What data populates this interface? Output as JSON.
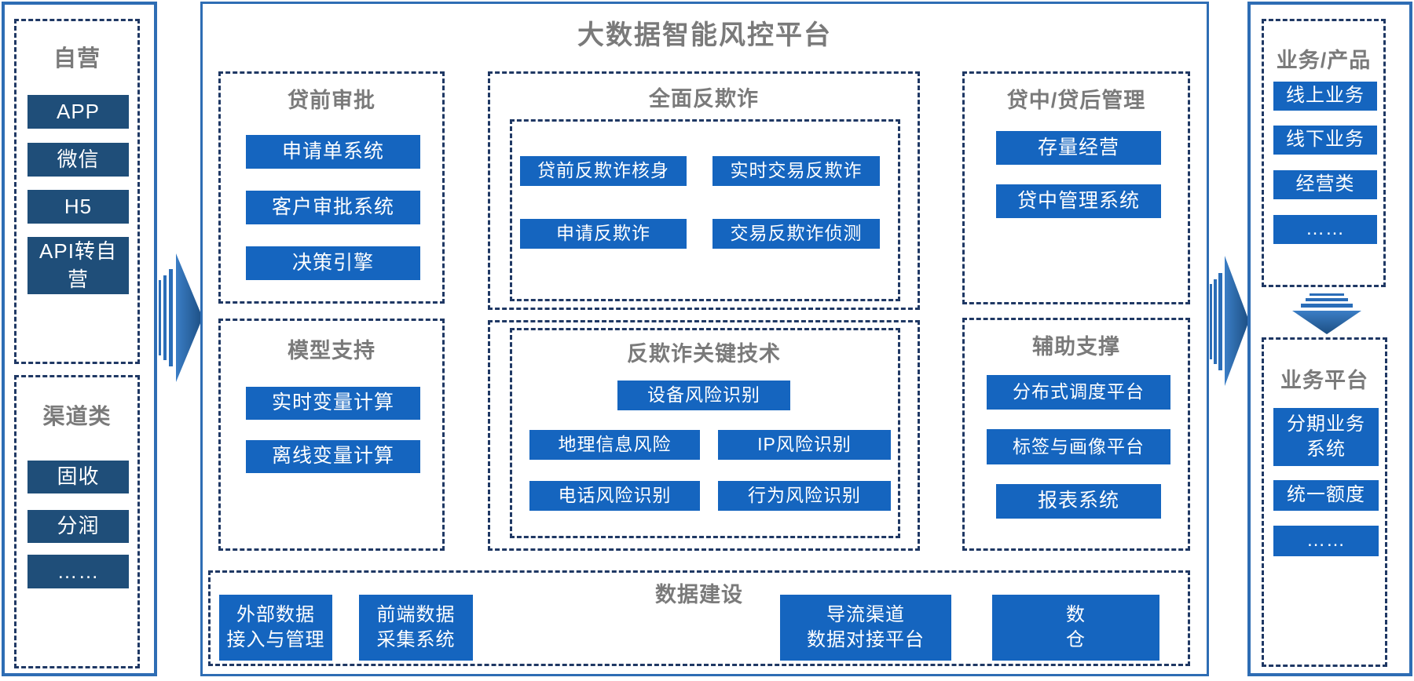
{
  "title": "大数据智能风控平台",
  "left_panel": {
    "self_operated": {
      "title": "自营",
      "items": [
        "APP",
        "微信",
        "H5",
        "API转自\n营"
      ]
    },
    "channel": {
      "title": "渠道类",
      "items": [
        "固收",
        "分润",
        "……"
      ]
    }
  },
  "platform": {
    "pre_loan": {
      "title": "贷前审批",
      "items": [
        "申请单系统",
        "客户审批系统",
        "决策引擎"
      ]
    },
    "model_support": {
      "title": "模型支持",
      "items": [
        "实时变量计算",
        "离线变量计算"
      ]
    },
    "anti_fraud": {
      "title": "全面反欺诈",
      "items": [
        "贷前反欺诈核身",
        "实时交易反欺诈",
        "申请反欺诈",
        "交易反欺诈侦测"
      ]
    },
    "anti_fraud_tech": {
      "title": "反欺诈关键技术",
      "items": [
        "设备风险识别",
        "地理信息风险",
        "IP风险识别",
        "电话风险识别",
        "行为风险识别"
      ]
    },
    "mid_post_loan": {
      "title": "贷中/贷后管理",
      "items": [
        "存量经营",
        "贷中管理系统"
      ]
    },
    "aux_support": {
      "title": "辅助支撑",
      "items": [
        "分布式调度平台",
        "标签与画像平台",
        "报表系统"
      ]
    },
    "data_construction": {
      "title": "数据建设",
      "items": [
        "外部数据\n接入与管理",
        "前端数据\n采集系统",
        "导流渠道\n数据对接平台",
        "数\n仓"
      ]
    }
  },
  "right_panel": {
    "business_products": {
      "title": "业务/产品",
      "items": [
        "线上业务",
        "线下业务",
        "经营类",
        "……"
      ]
    },
    "business_platform": {
      "title": "业务平台",
      "items": [
        "分期业务\n系统",
        "统一额度",
        "……"
      ]
    }
  },
  "colors": {
    "item_blue": "#1565bf",
    "item_navy": "#1f4e79",
    "solid_border_blue": "#2e6db4",
    "dashed_border_navy": "#1f3864",
    "heading_gray": "#7a7a7a",
    "arrow_blue": "#2a6db8"
  }
}
